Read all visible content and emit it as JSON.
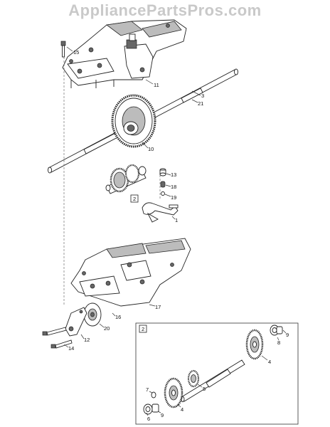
{
  "watermark": "AppliancePartsPros.com",
  "callouts": {
    "c15": "15",
    "c11": "11",
    "c3": "3",
    "c21": "21",
    "c10": "10",
    "c13": "13",
    "c18": "18",
    "c19": "19",
    "c1": "1",
    "c2_main": "2",
    "c17": "17",
    "c16": "16",
    "c20": "20",
    "c12": "12",
    "c14": "14",
    "c2_detail": "2",
    "c9a": "9",
    "c8": "8",
    "c4a": "4",
    "c5": "5",
    "c7": "7",
    "c6": "6",
    "c9b": "9",
    "c4b": "4"
  }
}
